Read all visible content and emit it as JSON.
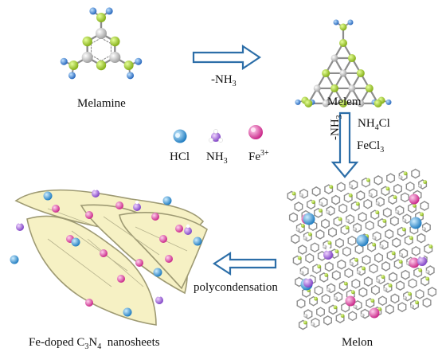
{
  "colors": {
    "carbon": "#b9b9b9",
    "nitrogen": "#9ccc2a",
    "hydrogen": "#2a76d6",
    "arrow_fill": "#ffffff",
    "arrow_stroke": "#2c6ea8",
    "sheet_fill": "#f6f1c4",
    "sheet_stroke": "#9e9a73",
    "fe_ion": "#e0409f",
    "hcl_ion": "#1f8dd6",
    "nh3_ion": "#7b4fc9"
  },
  "labels": {
    "melamine": "Melamine",
    "melem": "Melem",
    "melon": "Melon",
    "step1_pre": "-NH",
    "step1_sub": "3",
    "step2_nh3_pre": "-NH",
    "step2_nh3_sub": "3",
    "step2_nh4cl_pre": "NH",
    "step2_nh4cl_sub": "4",
    "step2_nh4cl_post": "Cl",
    "step2_fecl3_pre": "FeCl",
    "step2_fecl3_sub": "3",
    "step3": "polycondensation",
    "final_pre": "Fe-doped C",
    "final_sub1": "3",
    "final_mid": "N",
    "final_sub2": "4",
    "final_post": "  nanosheets"
  },
  "legend": {
    "hcl": "HCl",
    "nh3_pre": "NH",
    "nh3_sub": "3",
    "fe_pre": "Fe",
    "fe_sup": "3+"
  },
  "icons": [
    "hcl-icon",
    "nh3-icon",
    "fe-ion-icon",
    "right-arrow-icon",
    "down-arrow-icon",
    "left-arrow-icon"
  ]
}
